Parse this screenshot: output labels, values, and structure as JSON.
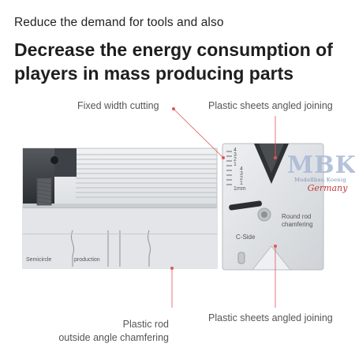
{
  "header": {
    "subtitle": "Reduce the demand for tools and also",
    "headline": "Decrease the energy consumption of players in mass producing parts"
  },
  "callouts": {
    "fixed_width_cutting": "Fixed width cutting",
    "angled_joining_top": "Plastic sheets angled joining",
    "round_rod_chamfering": "Round rod chamfering",
    "c_side": "C-Side",
    "semicircle": "Semicircle",
    "production": "production",
    "rod_line1": "Plastic rod",
    "rod_line2": "outside angle chamfering",
    "angled_joining_bottom": "Plastic sheets angled joining"
  },
  "scale": {
    "marks": [
      "4",
      "3",
      "2",
      "1",
      "4",
      "3",
      "2",
      "1",
      "1mm"
    ]
  },
  "watermark": {
    "brand": "MBK",
    "line": "Modellbau Koenig",
    "country": "Germany"
  },
  "colors": {
    "accent_red": "#e05656",
    "tool_silver": "#d9dcdf",
    "vise_dark": "#3a3d40"
  }
}
